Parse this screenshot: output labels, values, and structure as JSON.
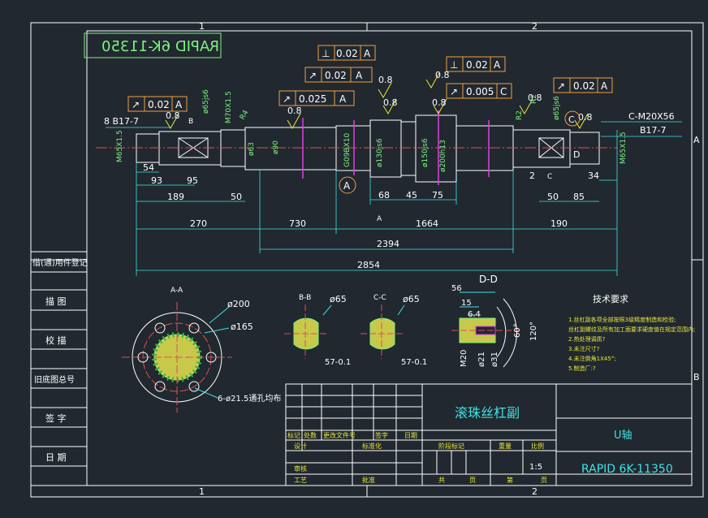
{
  "drawing": {
    "drawing_no": "RAPID 6K-11350",
    "part_name": "滚珠丝杠副",
    "axis_label": "U轴",
    "scale": "1:5",
    "zones_top": [
      "1",
      "2"
    ],
    "zones_side": [
      "A",
      "B"
    ]
  },
  "tolerances": {
    "t1": {
      "sym": "⊥",
      "val": "0.02",
      "ref": "A"
    },
    "t2": {
      "sym": "↗",
      "val": "0.02",
      "ref": "A"
    },
    "t3": {
      "sym": "↗",
      "val": "0.025",
      "ref": "A"
    },
    "t4": {
      "sym": "↗",
      "val": "0.02",
      "ref": "A"
    },
    "t5": {
      "sym": "⊥",
      "val": "0.02",
      "ref": "A"
    },
    "t6": {
      "sym": "↗",
      "val": "0.005",
      "ref": "C"
    },
    "t7": {
      "sym": "↗",
      "val": "0.02",
      "ref": "A"
    }
  },
  "labels": {
    "b17_left": "8 B17-7",
    "thread_right": "C-M20X56",
    "b17_right": "B17-7",
    "datum_a": "A",
    "datum_c": "C",
    "rough_1": "0.8",
    "rough_2": "0.8",
    "rough_3": "0.8",
    "rough_4": "0.8",
    "rough_5": "0.8",
    "rough_6": "0.8",
    "rough_7": "0.8",
    "rough_8": "0.8",
    "d_m65": "M65X1.5",
    "d_65js6": "ø65js6",
    "d_m70": "M70X1.5",
    "d_r4": "R4",
    "d_90": "ø90",
    "d_g09": "G09BX10",
    "d_130": "ø130js6",
    "d_150": "ø150js6",
    "d_200": "ø200h13",
    "d_r2": "R2",
    "d_r2b": "R2",
    "d_65js6_r": "ø65js6",
    "d_m65_r": "M65X1.5",
    "d_63_l": "ø63",
    "l_54": "54",
    "l_93": "93",
    "l_95": "95",
    "l_189": "189",
    "l_50": "50",
    "l_270": "270",
    "l_730": "730",
    "l_68": "68",
    "l_45": "45",
    "l_75": "75",
    "l_1664": "1664",
    "l_190": "190",
    "l_2394": "2394",
    "l_2854": "2854",
    "l_2": "2",
    "l_50r": "50",
    "l_85": "85",
    "l_34": "34",
    "l_A": "A",
    "l_B": "B",
    "l_C": "C",
    "l_D": "D"
  },
  "sections": {
    "aa": {
      "title": "A-A",
      "d200": "ø200",
      "d165": "ø165",
      "holes": "6-ø21.5通孔均布"
    },
    "bb": {
      "title": "B-B",
      "d": "ø65",
      "dim": "57-0.1"
    },
    "cc": {
      "title": "C-C",
      "d": "ø65",
      "dim": "57-0.1"
    },
    "dd": {
      "title": "D-D",
      "l56": "56",
      "l15": "15",
      "l64": "6.4",
      "m20": "M20",
      "d21": "ø21",
      "d31": "ø31",
      "a60": "60°",
      "a120": "120°"
    }
  },
  "notes": {
    "title": "技术要求",
    "lines": [
      "1.丝杠副各项全部按照3级精度制造和检验;",
      "  丝杠副螺纹及所有加工面要求硬度值在规定范围内;",
      "2.热处理调质?",
      "3.未注尺寸?",
      "4.未注倒角1X45°;",
      "5.制造厂:?"
    ]
  },
  "left_strip": [
    "借(通)用件登记",
    "描 图",
    "校 描",
    "旧底图总号",
    "签 字",
    "日 期"
  ],
  "title_block": {
    "r1": [
      "标记",
      "处数",
      "更改文件号",
      "签字",
      "日期"
    ],
    "design": "设计",
    "standard": "标准化",
    "stage": "阶段标记",
    "weight": "重量",
    "ratio": "比例",
    "review": "审核",
    "process": "工艺",
    "approve": "批准",
    "total": "共",
    "page": "页",
    "sheet": "第"
  }
}
